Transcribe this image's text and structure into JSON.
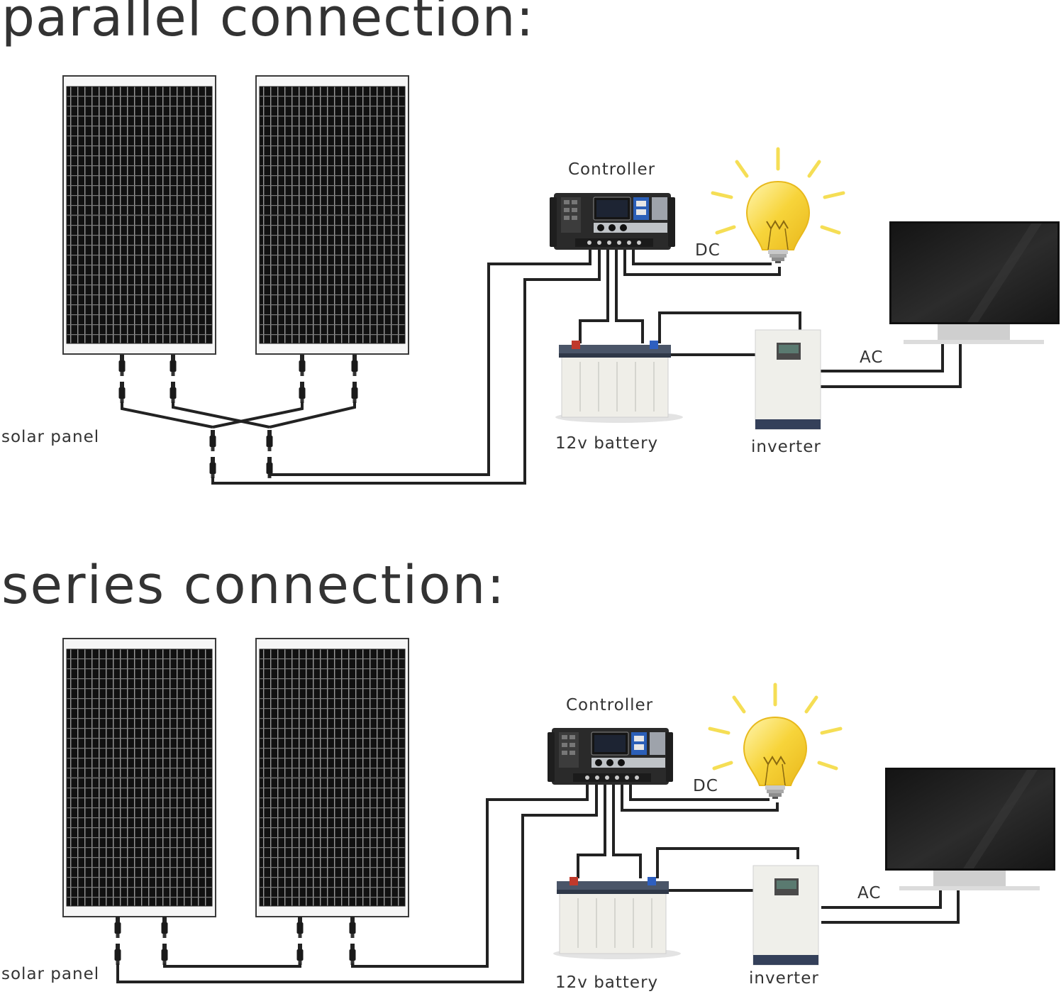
{
  "sections": [
    {
      "id": "parallel",
      "title": "parallel connection:",
      "labels": {
        "solar_panel": "solar panel",
        "controller": "Controller",
        "dc": "DC",
        "ac": "AC",
        "battery": "12v battery",
        "inverter": "inverter"
      }
    },
    {
      "id": "series",
      "title": "series connection:",
      "labels": {
        "solar_panel": "solar panel",
        "controller": "Controller",
        "dc": "DC",
        "ac": "AC",
        "battery": "12v battery",
        "inverter": "inverter"
      }
    }
  ],
  "colors": {
    "text": "#333333",
    "wire": "#222222",
    "panel_cell": "#111111",
    "panel_frame": "#f4f4f4",
    "bulb": "#f7d43a",
    "battery_body": "#ececE6",
    "battery_top": "#4a5568",
    "inverter_body": "#efefea",
    "monitor_screen": "#1e1e1e"
  },
  "icons": [
    "solar-panel-icon",
    "charge-controller-icon",
    "light-bulb-icon",
    "battery-icon",
    "inverter-icon",
    "monitor-icon",
    "mc4-connector-icon"
  ]
}
